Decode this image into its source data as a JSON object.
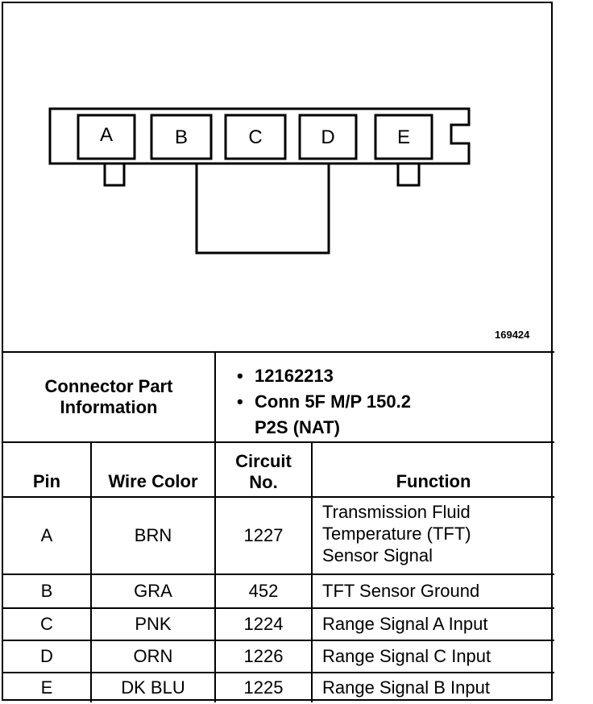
{
  "diagram": {
    "pins": [
      "A",
      "B",
      "C",
      "D",
      "E"
    ],
    "figure_number": "169424"
  },
  "connector": {
    "label_line1": "Connector Part",
    "label_line2": "Information",
    "bullets": [
      "12162213",
      "Conn 5F M/P 150.2",
      "P2S (NAT)"
    ]
  },
  "table": {
    "headers": {
      "pin": "Pin",
      "wire_color": "Wire Color",
      "circuit_line1": "Circuit",
      "circuit_line2": "No.",
      "function": "Function"
    },
    "rows": [
      {
        "pin": "A",
        "wire": "BRN",
        "circuit": "1227",
        "f1": "Transmission Fluid",
        "f2": "Temperature (TFT)",
        "f3": "Sensor Signal"
      },
      {
        "pin": "B",
        "wire": "GRA",
        "circuit": "452",
        "f1": "TFT Sensor Ground",
        "f2": "",
        "f3": ""
      },
      {
        "pin": "C",
        "wire": "PNK",
        "circuit": "1224",
        "f1": "Range Signal A Input",
        "f2": "",
        "f3": ""
      },
      {
        "pin": "D",
        "wire": "ORN",
        "circuit": "1226",
        "f1": "Range Signal C Input",
        "f2": "",
        "f3": ""
      },
      {
        "pin": "E",
        "wire": "DK BLU",
        "circuit": "1225",
        "f1": "Range Signal B Input",
        "f2": "",
        "f3": ""
      }
    ]
  }
}
